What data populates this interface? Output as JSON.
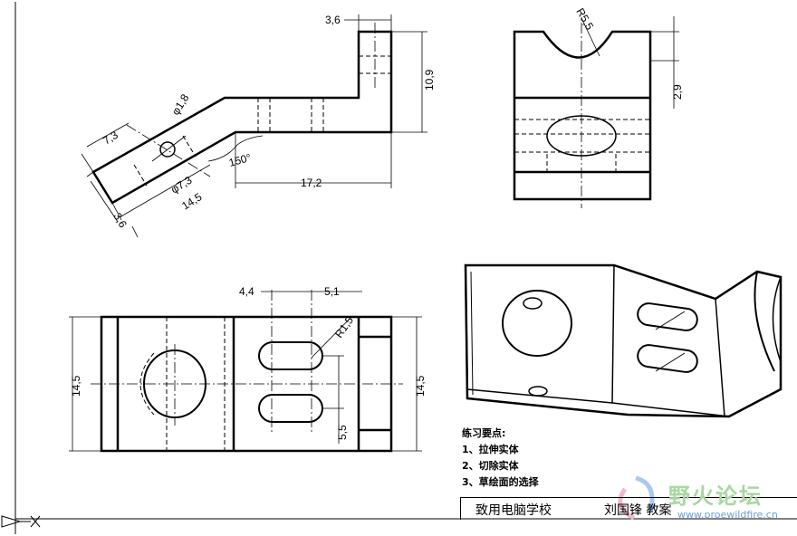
{
  "dimensions": {
    "top_width": "3,6",
    "top_height": "10,9",
    "hole_dia": "φ1,8",
    "arm_width": "7,3",
    "boss_dia": "φ7,3",
    "arm_length": "14,5",
    "arm_thick": "3,6",
    "angle": "150°",
    "base_length": "17,2",
    "arc_radius": "R5,5",
    "end_height": "2,9",
    "slot_pos": "4,4",
    "slot_len": "5,1",
    "slot_radius": "R1,5",
    "width_left": "14,5",
    "width_right": "14,5",
    "slot_spacing": "5,5"
  },
  "notes": {
    "title": "练习要点:",
    "items": [
      "1、拉伸实体",
      "2、切除实体",
      "3、草绘面的选择"
    ]
  },
  "titlebar": {
    "school": "致用电脑学校",
    "author": "刘国锋 教案"
  },
  "watermark": {
    "text": "野火论坛",
    "url": "www.proewildfire.cn"
  }
}
